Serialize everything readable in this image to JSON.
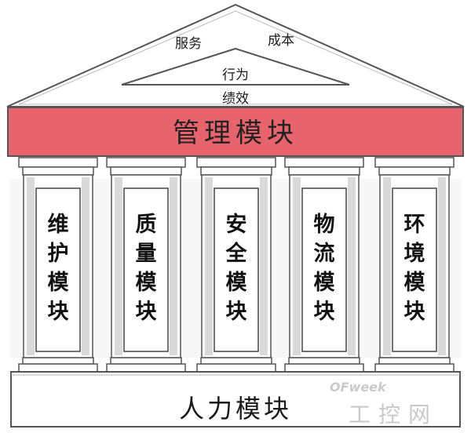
{
  "roof": {
    "left_label": "服务",
    "right_label": "成本",
    "inner_line1": "行为",
    "inner_line2": "绩效"
  },
  "banner": {
    "label": "管理模块"
  },
  "pillars": [
    {
      "label": "维护模块"
    },
    {
      "label": "质量模块"
    },
    {
      "label": "安全模块"
    },
    {
      "label": "物流模块"
    },
    {
      "label": "环境模块"
    }
  ],
  "base": {
    "label": "人力模块"
  },
  "watermark": {
    "brand": "OFweek",
    "site": "工控网"
  },
  "colors": {
    "banner_fill": "#e8646c",
    "outline": "#555555",
    "pillar_shade": "#d9d9d9"
  }
}
